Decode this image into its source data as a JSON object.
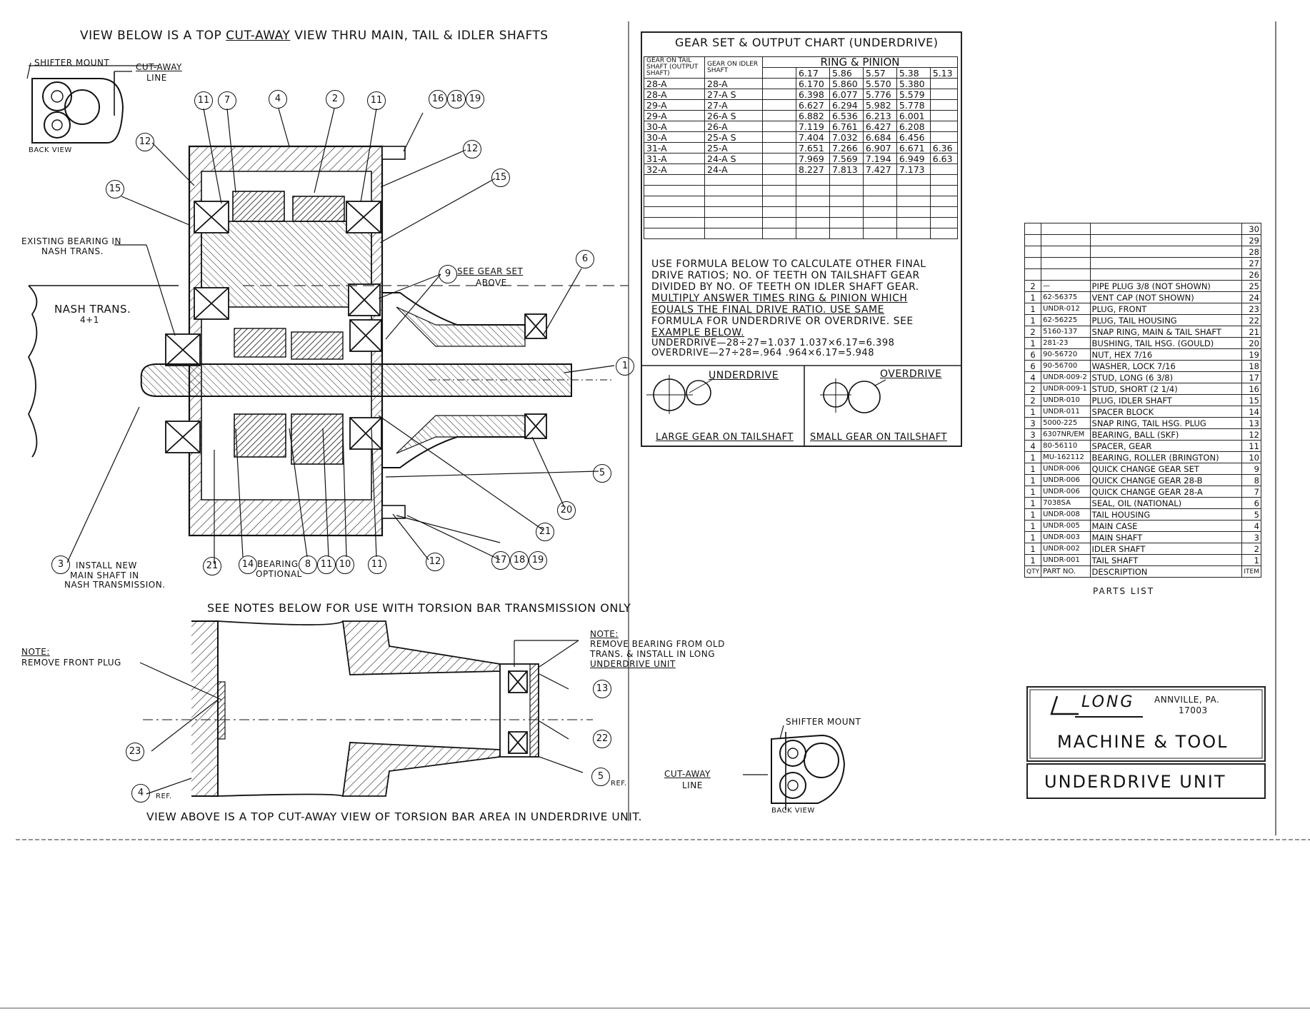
{
  "header_note": "VIEW BELOW IS A TOP CUT-AWAY VIEW THRU MAIN, TAIL & IDLER SHAFTS",
  "header_note_parts": {
    "pre": "VIEW BELOW IS A TOP ",
    "u": "CUT-AWAY",
    "post": " VIEW THRU MAIN, TAIL & IDLER SHAFTS"
  },
  "labels": {
    "shifter_mount": "SHIFTER MOUNT",
    "cut_away": "CUT-AWAY",
    "line": "LINE",
    "back_view": "BACK VIEW",
    "existing_bearing_1": "EXISTING BEARING IN",
    "existing_bearing_2": "NASH TRANS.",
    "nash_trans_1": "NASH TRANS.",
    "nash_trans_2": "4+1",
    "see_gear_set_1": "SEE GEAR SET",
    "see_gear_set_2": "ABOVE",
    "install_1": "INSTALL NEW",
    "install_2": "MAIN SHAFT IN",
    "install_3": "NASH TRANSMISSION.",
    "bearing_optional_1": "BEARING",
    "bearing_optional_2": "OPTIONAL",
    "see_notes": "SEE NOTES BELOW FOR USE WITH TORSION BAR TRANSMISSION ONLY",
    "note_left_1": "NOTE:",
    "note_left_2": "REMOVE FRONT PLUG",
    "note_right_1": "NOTE:",
    "note_right_2": "REMOVE BEARING FROM OLD",
    "note_right_3": "TRANS. & INSTALL IN LONG",
    "note_right_4": "UNDERDRIVE UNIT",
    "ref": "REF.",
    "view_above": "VIEW ABOVE IS A TOP CUT-AWAY VIEW OF TORSION BAR AREA IN UNDERDRIVE UNIT.",
    "shifter_mount_2": "SHIFTER MOUNT",
    "cut_away_2": "CUT-AWAY",
    "line_2": "LINE",
    "back_view_2": "BACK VIEW"
  },
  "balloons": [
    "11",
    "7",
    "4",
    "2",
    "11",
    "16",
    "18",
    "19",
    "12",
    "12",
    "15",
    "15",
    "9",
    "6",
    "1",
    "5",
    "20",
    "21",
    "3",
    "21",
    "14",
    "8",
    "11",
    "10",
    "11",
    "12",
    "17",
    "18",
    "19",
    "13",
    "22",
    "23",
    "4",
    "5"
  ],
  "gear_chart": {
    "title": "GEAR SET & OUTPUT CHART (UNDERDRIVE)",
    "col_tail": "GEAR ON TAIL SHAFT (OUTPUT SHAFT)",
    "col_idler": "GEAR ON IDLER SHAFT",
    "ring_pinion": "RING & PINION",
    "ratios": [
      "6.17",
      "5.86",
      "5.57",
      "5.38",
      "5.13"
    ],
    "rows": [
      {
        "tail": "28-A",
        "idler": "28-A",
        "v": [
          "6.170",
          "5.860",
          "5.570",
          "5.380",
          ""
        ]
      },
      {
        "tail": "28-A",
        "idler": "27-A S",
        "v": [
          "6.398",
          "6.077",
          "5.776",
          "5.579",
          ""
        ]
      },
      {
        "tail": "29-A",
        "idler": "27-A",
        "v": [
          "6.627",
          "6.294",
          "5.982",
          "5.778",
          ""
        ]
      },
      {
        "tail": "29-A",
        "idler": "26-A S",
        "v": [
          "6.882",
          "6.536",
          "6.213",
          "6.001",
          ""
        ]
      },
      {
        "tail": "30-A",
        "idler": "26-A",
        "v": [
          "7.119",
          "6.761",
          "6.427",
          "6.208",
          ""
        ]
      },
      {
        "tail": "30-A",
        "idler": "25-A S",
        "v": [
          "7.404",
          "7.032",
          "6.684",
          "6.456",
          ""
        ]
      },
      {
        "tail": "31-A",
        "idler": "25-A",
        "v": [
          "7.651",
          "7.266",
          "6.907",
          "6.671",
          "6.36"
        ]
      },
      {
        "tail": "31-A",
        "idler": "24-A S",
        "v": [
          "7.969",
          "7.569",
          "7.194",
          "6.949",
          "6.63"
        ]
      },
      {
        "tail": "32-A",
        "idler": "24-A",
        "v": [
          "8.227",
          "7.813",
          "7.427",
          "7.173",
          ""
        ]
      }
    ],
    "formula": [
      "USE FORMULA BELOW TO CALCULATE OTHER FINAL",
      "DRIVE RATIOS; NO. OF TEETH ON TAILSHAFT GEAR",
      "DIVIDED BY NO. OF TEETH ON IDLER SHAFT GEAR.",
      "MULTIPLY ANSWER TIMES RING & PINION WHICH",
      "EQUALS THE FINAL DRIVE RATIO. USE SAME",
      "FORMULA FOR UNDERDRIVE OR OVERDRIVE. SEE",
      "EXAMPLE BELOW.",
      "UNDERDRIVE—28÷27=1.037   1.037×6.17=6.398",
      "OVERDRIVE—27÷28=.964   .964×6.17=5.948"
    ],
    "underdrive": "UNDERDRIVE",
    "overdrive": "OVERDRIVE",
    "large_gear": "LARGE GEAR ON TAILSHAFT",
    "small_gear": "SMALL GEAR ON TAILSHAFT"
  },
  "parts_list": {
    "rows": [
      {
        "qty": "",
        "pn": "",
        "desc": "",
        "item": "30"
      },
      {
        "qty": "",
        "pn": "",
        "desc": "",
        "item": "29"
      },
      {
        "qty": "",
        "pn": "",
        "desc": "",
        "item": "28"
      },
      {
        "qty": "",
        "pn": "",
        "desc": "",
        "item": "27"
      },
      {
        "qty": "",
        "pn": "",
        "desc": "",
        "item": "26"
      },
      {
        "qty": "2",
        "pn": "—",
        "desc": "PIPE PLUG 3/8 (NOT SHOWN)",
        "item": "25"
      },
      {
        "qty": "1",
        "pn": "62-56375",
        "desc": "VENT CAP (NOT SHOWN)",
        "item": "24"
      },
      {
        "qty": "1",
        "pn": "UNDR-012",
        "desc": "PLUG, FRONT",
        "item": "23"
      },
      {
        "qty": "1",
        "pn": "62-56225",
        "desc": "PLUG, TAIL HOUSING",
        "item": "22"
      },
      {
        "qty": "2",
        "pn": "5160-137",
        "desc": "SNAP RING, MAIN & TAIL SHAFT",
        "item": "21"
      },
      {
        "qty": "1",
        "pn": "281-23",
        "desc": "BUSHING, TAIL HSG. (GOULD)",
        "item": "20"
      },
      {
        "qty": "6",
        "pn": "90-56720",
        "desc": "NUT, HEX 7/16",
        "item": "19"
      },
      {
        "qty": "6",
        "pn": "90-56700",
        "desc": "WASHER, LOCK 7/16",
        "item": "18"
      },
      {
        "qty": "4",
        "pn": "UNDR-009-2",
        "desc": "STUD, LONG (6 3/8)",
        "item": "17"
      },
      {
        "qty": "2",
        "pn": "UNDR-009-1",
        "desc": "STUD, SHORT (2 1/4)",
        "item": "16"
      },
      {
        "qty": "2",
        "pn": "UNDR-010",
        "desc": "PLUG, IDLER SHAFT",
        "item": "15"
      },
      {
        "qty": "1",
        "pn": "UNDR-011",
        "desc": "SPACER BLOCK",
        "item": "14"
      },
      {
        "qty": "3",
        "pn": "5000-225",
        "desc": "SNAP RING, TAIL HSG. PLUG",
        "item": "13"
      },
      {
        "qty": "3",
        "pn": "6307NR/EM",
        "desc": "BEARING, BALL (SKF)",
        "item": "12"
      },
      {
        "qty": "4",
        "pn": "80-56110",
        "desc": "SPACER, GEAR",
        "item": "11"
      },
      {
        "qty": "1",
        "pn": "MU-162112",
        "desc": "BEARING, ROLLER (BRINGTON)",
        "item": "10"
      },
      {
        "qty": "1",
        "pn": "UNDR-006",
        "desc": "QUICK CHANGE GEAR SET",
        "item": "9"
      },
      {
        "qty": "1",
        "pn": "UNDR-006",
        "desc": "QUICK CHANGE GEAR 28-B",
        "item": "8"
      },
      {
        "qty": "1",
        "pn": "UNDR-006",
        "desc": "QUICK CHANGE GEAR 28-A",
        "item": "7"
      },
      {
        "qty": "1",
        "pn": "7038SA",
        "desc": "SEAL, OIL (NATIONAL)",
        "item": "6"
      },
      {
        "qty": "1",
        "pn": "UNDR-008",
        "desc": "TAIL HOUSING",
        "item": "5"
      },
      {
        "qty": "1",
        "pn": "UNDR-005",
        "desc": "MAIN CASE",
        "item": "4"
      },
      {
        "qty": "1",
        "pn": "UNDR-003",
        "desc": "MAIN SHAFT",
        "item": "3"
      },
      {
        "qty": "1",
        "pn": "UNDR-002",
        "desc": "IDLER SHAFT",
        "item": "2"
      },
      {
        "qty": "1",
        "pn": "UNDR-001",
        "desc": "TAIL SHAFT",
        "item": "1"
      }
    ],
    "header": {
      "qty": "QTY",
      "pn": "PART NO.",
      "desc": "DESCRIPTION",
      "item": "ITEM"
    },
    "caption": "PARTS LIST"
  },
  "title_block": {
    "logo": "LONG",
    "city": "ANNVILLE, PA.",
    "zip": "17003",
    "company": "MACHINE & TOOL",
    "title": "UNDERDRIVE UNIT"
  }
}
